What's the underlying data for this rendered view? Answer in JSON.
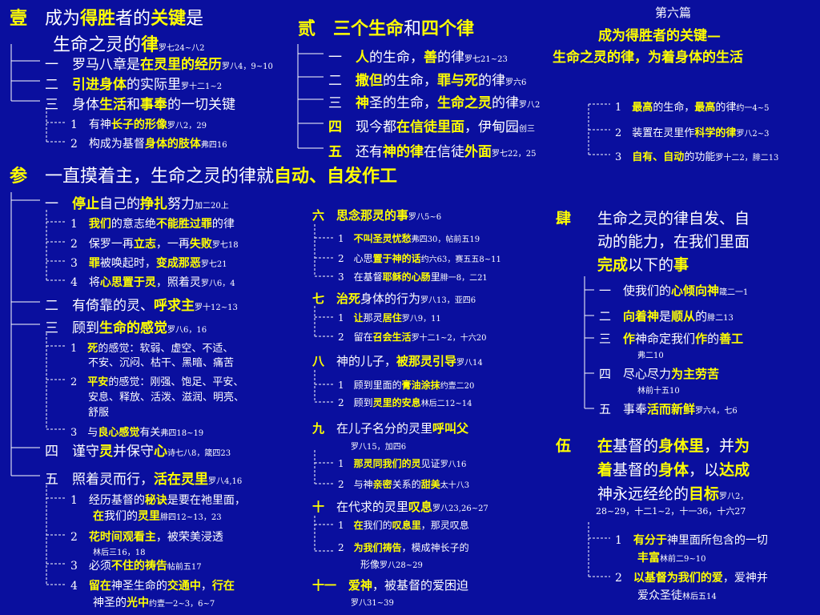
{
  "header": {
    "chapter": "第六篇",
    "title1": "成为得胜者的关键—",
    "title2": "生命之灵的律，为着身体的生活"
  },
  "sec1": {
    "num": "壹",
    "l1a": "成为",
    "l1b": "得胜",
    "l1c": "者的",
    "l1d": "关键",
    "l1e": "是",
    "l2a": "生命之灵的",
    "l2b": "律",
    "l2ref": "罗七24~八2",
    "i1n": "一",
    "i1a": "罗马八章是",
    "i1b": "在灵里的经历",
    "i1r": "罗八4，9~10",
    "i2n": "二",
    "i2b": "引进身体",
    "i2a": "的实际里",
    "i2r": "罗十二1~2",
    "i3n": "三",
    "i3a": "身体",
    "i3b": "生活",
    "i3c": "和",
    "i3d": "事奉",
    "i3e": "的一切关键",
    "s1n": "1",
    "s1a": "有神",
    "s1b": "长子的形像",
    "s1r": "罗八2，29",
    "s2n": "2",
    "s2a": "构成为基督",
    "s2b": "身体的肢体",
    "s2r": "弗四16"
  },
  "sec2": {
    "num": "贰",
    "ta": "三个生命",
    "tb": "和",
    "tc": "四个律",
    "i1n": "一",
    "i1a": "人",
    "i1b": "的生命，",
    "i1c": "善",
    "i1d": "的律",
    "i1r": "罗七21~23",
    "i2n": "二",
    "i2a": "撒但",
    "i2b": "的生命，",
    "i2c": "罪与死",
    "i2d": "的律",
    "i2r": "罗六6",
    "i3n": "三",
    "i3a": "神",
    "i3b": "圣的生命，",
    "i3c": "生命之灵",
    "i3d": "的律",
    "i3r": "罗八2",
    "i4n": "四",
    "i4a": "现今都",
    "i4b": "在信徒里面",
    "i4c": "，伊甸园",
    "i4r": "创三",
    "i5n": "五",
    "i5a": "还有",
    "i5b": "神的律",
    "i5c": "在信徒",
    "i5d": "外面",
    "i5r": "罗七22，25",
    "r1n": "1",
    "r1a": "最高",
    "r1b": "的生命，",
    "r1c": "最高",
    "r1d": "的律",
    "r1r": "约一4~5",
    "r2n": "2",
    "r2a": "装置在灵里作",
    "r2b": "科学的律",
    "r2r": "罗八2~3",
    "r3n": "3",
    "r3a": "自有、自动",
    "r3b": "的功能",
    "r3r": "罗十二2，腓二13"
  },
  "sec3": {
    "num": "参",
    "ta": "一直摸着主，生命之灵的律就",
    "tb": "自动、自发作工",
    "i1n": "一",
    "i1a": "停止",
    "i1b": "自己的",
    "i1c": "挣扎",
    "i1d": "努力",
    "i1r": "加二20上",
    "a1n": "1",
    "a1a": "我们",
    "a1b": "的意志绝",
    "a1c": "不能胜过罪",
    "a1d": "的律",
    "a2n": "2",
    "a2a": "保罗一再",
    "a2b": "立志",
    "a2c": "，一再",
    "a2d": "失败",
    "a2r": "罗七18",
    "a3n": "3",
    "a3a": "罪",
    "a3b": "被唤起时，",
    "a3c": "变成那恶",
    "a3r": "罗七21",
    "a4n": "4",
    "a4a": "将",
    "a4b": "心思置于灵",
    "a4c": "，照着灵",
    "a4r": "罗八6，4",
    "i2n": "二",
    "i2a": "有倚靠的灵、",
    "i2b": "呼求主",
    "i2r": "罗十12~13",
    "i3n": "三",
    "i3a": "顾到",
    "i3b": "生命的感觉",
    "i3r": "罗八6，16",
    "b1n": "1",
    "b1a": "死",
    "b1b": "的感觉：软弱、虚空、不适、",
    "b1c": "不安、沉闷、枯干、黑暗、痛苦",
    "b2n": "2",
    "b2a": "平安",
    "b2b": "的感觉：刚强、饱足、平安、",
    "b2c": "安息、释放、活泼、滋润、明亮、",
    "b2d": "舒服",
    "b3n": "3",
    "b3a": "与",
    "b3b": "良心感觉",
    "b3c": "有关",
    "b3r": "弗四18~19",
    "i4n": "四",
    "i4a": "谨守",
    "i4b": "灵",
    "i4c": "并保守",
    "i4d": "心",
    "i4r": "诗七八8，箴四23",
    "i5n": "五",
    "i5a": "照着灵而行，",
    "i5b": "活在灵里",
    "i5r": "罗八4,16",
    "c1n": "1",
    "c1a": "经历基督的",
    "c1b": "秘诀",
    "c1c": "是要在祂里面，",
    "c1d": "在",
    "c1e": "我们的",
    "c1f": "灵里",
    "c1r": "腓四12~13，23",
    "c2n": "2",
    "c2a": "花时间观看主",
    "c2b": "，被荣美浸透",
    "c2r": "林后三16，18",
    "c3n": "3",
    "c3a": "必须",
    "c3b": "不住的祷告",
    "c3r": "帖前五17",
    "c4n": "4",
    "c4a": "留在",
    "c4b": "神圣生命的",
    "c4c": "交通中",
    "c4d": "，",
    "c4e": "行在",
    "c4f": "神圣的",
    "c4g": "光中",
    "c4r": "约壹一2~3，6~7"
  },
  "mid": {
    "i6n": "六",
    "i6a": "思念那灵的事",
    "i6r": "罗八5~6",
    "a1n": "1",
    "a1a": "不叫圣灵忧愁",
    "a1r": "弗四30，帖前五19",
    "a2n": "2",
    "a2a": "心思",
    "a2b": "置于神的话",
    "a2r": "约六63，赛五五8~11",
    "a3n": "3",
    "a3a": "在基督",
    "a3b": "耶稣的心肠",
    "a3c": "里",
    "a3r": "腓一8，二21",
    "i7n": "七",
    "i7a": "治死",
    "i7b": "身体的行为",
    "i7r": "罗八13，亚四6",
    "b1n": "1",
    "b1a": "让",
    "b1b": "那灵",
    "b1c": "居住",
    "b1r": "罗八9，11",
    "b2n": "2",
    "b2a": "留在",
    "b2b": "召会生活",
    "b2r": "罗十二1~2，十六20",
    "i8n": "八",
    "i8a": "神的儿子，",
    "i8b": "被那灵引导",
    "i8r": "罗八14",
    "c1n": "1",
    "c1a": "顾到里面的",
    "c1b": "膏油涂抹",
    "c1r": "约壹二20",
    "c2n": "2",
    "c2a": "顾到",
    "c2b": "灵里的安息",
    "c2r": "林后二12~14",
    "i9n": "九",
    "i9a": "在儿子名分的灵里",
    "i9b": "呼叫父",
    "i9r": "罗八15，加四6",
    "d1n": "1",
    "d1a": "那灵同我们的灵",
    "d1b": "见证",
    "d1r": "罗八16",
    "d2n": "2",
    "d2a": "与神",
    "d2b": "亲密",
    "d2c": "关系的",
    "d2d": "甜美",
    "d2r": "太十八3",
    "i10n": "十",
    "i10a": "在代求的灵里",
    "i10b": "叹息",
    "i10r": "罗八23,26~27",
    "e1n": "1",
    "e1a": "在",
    "e1b": "我们的",
    "e1c": "叹息里",
    "e1d": "，那灵叹息",
    "e2n": "2",
    "e2a": "为我们祷告",
    "e2b": "，模成神长子的",
    "e2c": "形像",
    "e2r": "罗八28~29",
    "i11n": "十一",
    "i11a": "爱神",
    "i11b": "，被基督的爱困迫",
    "i11r": "罗八31~39"
  },
  "sec4": {
    "num": "肆",
    "l1": "生命之灵的律自发、自",
    "l2": "动的能力，在我们里面",
    "l3a": "完成",
    "l3b": "以下的",
    "l3c": "事",
    "i1n": "一",
    "i1a": "使我们的",
    "i1b": "心倾向神",
    "i1r": "箴二一1",
    "i2n": "二",
    "i2a": "向着神",
    "i2b": "是",
    "i2c": "顺从",
    "i2d": "的",
    "i2r": "腓二13",
    "i3n": "三",
    "i3a": "作",
    "i3b": "神命定我们",
    "i3c": "作",
    "i3d": "的",
    "i3e": "善工",
    "i3r": "弗二10",
    "i4n": "四",
    "i4a": "尽心尽力",
    "i4b": "为主劳苦",
    "i4r": "林前十五10",
    "i5n": "五",
    "i5a": "事奉",
    "i5b": "活而新鲜",
    "i5r": "罗六4，七6"
  },
  "sec5": {
    "num": "伍",
    "l1a": "在",
    "l1b": "基督的",
    "l1c": "身体里",
    "l1d": "，并",
    "l1e": "为",
    "l2a": "着",
    "l2b": "基督的",
    "l2c": "身体",
    "l2d": "，以",
    "l2e": "达成",
    "l3a": "神永远经纶的",
    "l3b": "目标",
    "l3r": "罗八2，",
    "l4r": "28~29，十二1~2，十一36，十六27",
    "a1n": "1",
    "a1a": "有分于",
    "a1b": "神里面所包含的一切",
    "a1c": "丰富",
    "a1r": "林前二9~10",
    "a2n": "2",
    "a2a": "以基督为我们的爱",
    "a2b": "，爱神并",
    "a2c": "爱众圣徒",
    "a2r": "林后五14"
  }
}
